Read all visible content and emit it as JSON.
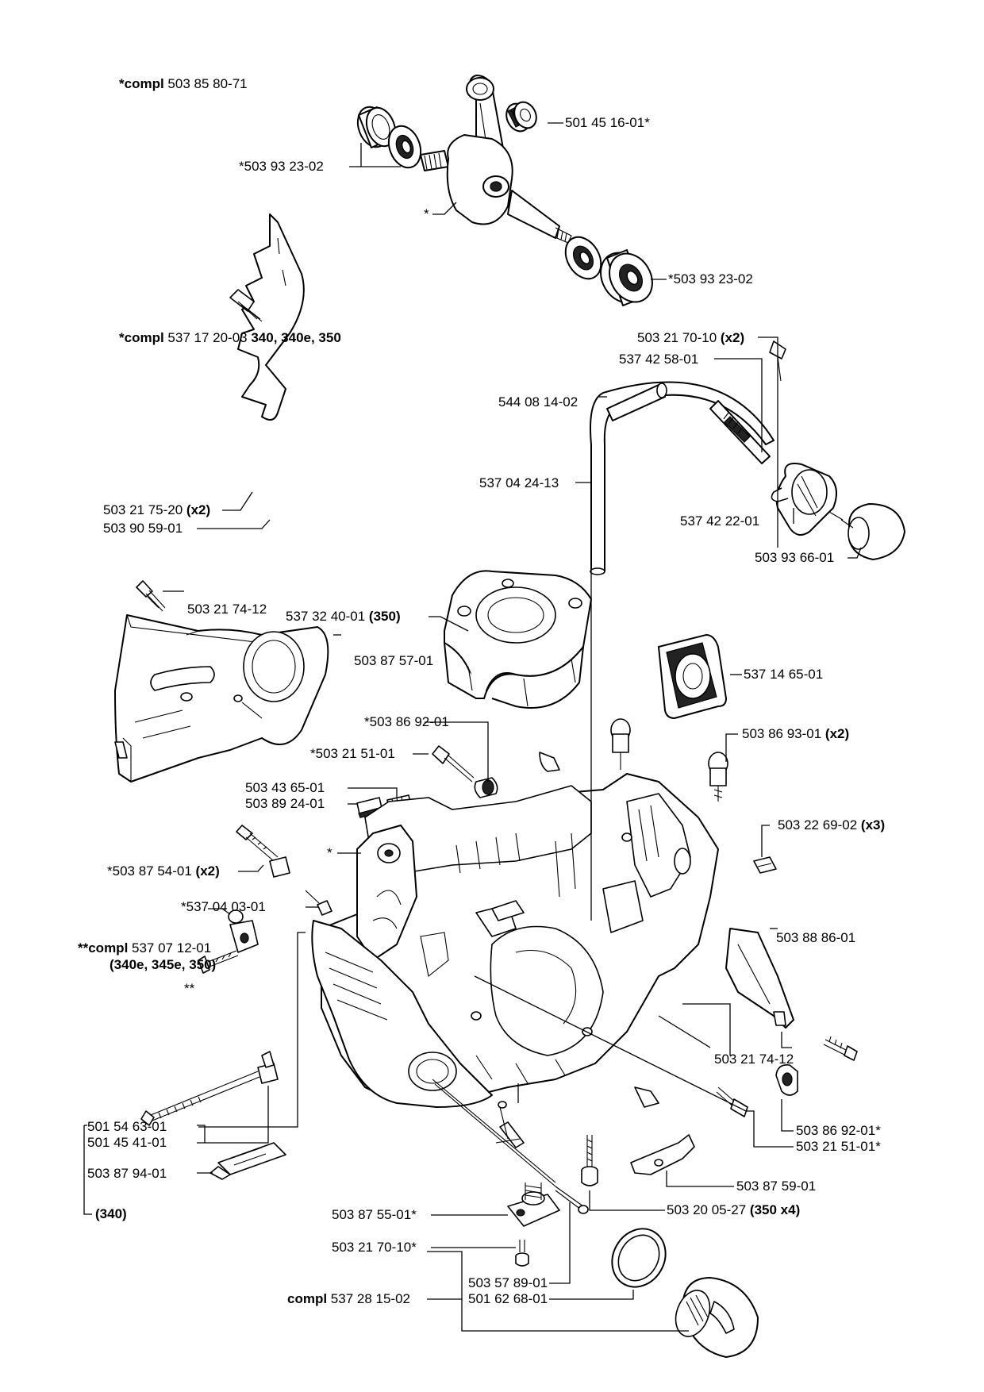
{
  "labels": {
    "l1": {
      "pre": "*compl",
      "text": " 503 85 80-71",
      "bold": ""
    },
    "l2": {
      "pre": "",
      "text": "501 45 16-01*",
      "bold": ""
    },
    "l3": {
      "pre": "",
      "text": "*503 93 23-02",
      "bold": ""
    },
    "l4": {
      "pre": "",
      "text": "*",
      "bold": ""
    },
    "l5": {
      "pre": "",
      "text": "*503 93 23-02",
      "bold": ""
    },
    "l6": {
      "pre": "*compl",
      "text": " 537 17 20-03 ",
      "bold": "340, 340e, 350"
    },
    "l7": {
      "pre": "",
      "text": "503 21 70-10 ",
      "bold": "(x2)"
    },
    "l8": {
      "pre": "",
      "text": "537 42 58-01",
      "bold": ""
    },
    "l9": {
      "pre": "",
      "text": "544 08 14-02",
      "bold": ""
    },
    "l10": {
      "pre": "",
      "text": "537 04 24-13",
      "bold": ""
    },
    "l11": {
      "pre": "",
      "text": "537 42 22-01",
      "bold": ""
    },
    "l12": {
      "pre": "",
      "text": "503 93 66-01",
      "bold": ""
    },
    "l13": {
      "pre": "",
      "text": "503 21 75-20 ",
      "bold": "(x2)"
    },
    "l14": {
      "pre": "",
      "text": "503 90 59-01",
      "bold": ""
    },
    "l15": {
      "pre": "",
      "text": "503 21 74-12",
      "bold": ""
    },
    "l16": {
      "pre": "",
      "text": "537 32 40-01 ",
      "bold": "(350)"
    },
    "l17": {
      "pre": "",
      "text": "503 87 57-01",
      "bold": ""
    },
    "l18": {
      "pre": "",
      "text": "537 14 65-01",
      "bold": ""
    },
    "l19": {
      "pre": "",
      "text": "*503 86 92-01",
      "bold": ""
    },
    "l20": {
      "pre": "",
      "text": "*503 21 51-01",
      "bold": ""
    },
    "l21": {
      "pre": "",
      "text": "503 86 93-01 ",
      "bold": "(x2)"
    },
    "l22": {
      "pre": "",
      "text": "503 43 65-01",
      "bold": ""
    },
    "l23": {
      "pre": "",
      "text": "503 89 24-01",
      "bold": ""
    },
    "l24": {
      "pre": "",
      "text": "503 22 69-02 ",
      "bold": "(x3)"
    },
    "l25": {
      "pre": "",
      "text": "*",
      "bold": ""
    },
    "l26": {
      "pre": "",
      "text": "*503 87 54-01 ",
      "bold": "(x2)"
    },
    "l27": {
      "pre": "",
      "text": "*537 04 03-01",
      "bold": ""
    },
    "l28": {
      "pre": "**compl",
      "text": " 537 07 12-01",
      "bold": ""
    },
    "l29": {
      "pre": "",
      "text": "",
      "bold": "(340e, 345e, 350)"
    },
    "l30": {
      "pre": "",
      "text": "503 88 86-01",
      "bold": ""
    },
    "l31": {
      "pre": "",
      "text": "**",
      "bold": ""
    },
    "l32": {
      "pre": "",
      "text": "503 21 74-12",
      "bold": ""
    },
    "l33": {
      "pre": "",
      "text": "503 86 92-01*",
      "bold": ""
    },
    "l34": {
      "pre": "",
      "text": "503 21 51-01*",
      "bold": ""
    },
    "l35": {
      "pre": "",
      "text": "501 54 63-01",
      "bold": ""
    },
    "l36": {
      "pre": "",
      "text": "501 45 41-01",
      "bold": ""
    },
    "l37": {
      "pre": "",
      "text": "503 87 94-01",
      "bold": ""
    },
    "l38": {
      "pre": "",
      "text": "503 87 59-01",
      "bold": ""
    },
    "l39": {
      "pre": "",
      "text": "503 20 05-27 ",
      "bold": "(350 x4)"
    },
    "l40": {
      "pre": "",
      "text": "",
      "bold": "(340)"
    },
    "l41": {
      "pre": "",
      "text": "503 87 55-01*",
      "bold": ""
    },
    "l42": {
      "pre": "",
      "text": "503 21 70-10*",
      "bold": ""
    },
    "l43": {
      "pre": "compl",
      "text": " 537 28 15-02",
      "bold": ""
    },
    "l44": {
      "pre": "",
      "text": "503 57 89-01",
      "bold": ""
    },
    "l45": {
      "pre": "",
      "text": "501 62 68-01",
      "bold": ""
    }
  }
}
